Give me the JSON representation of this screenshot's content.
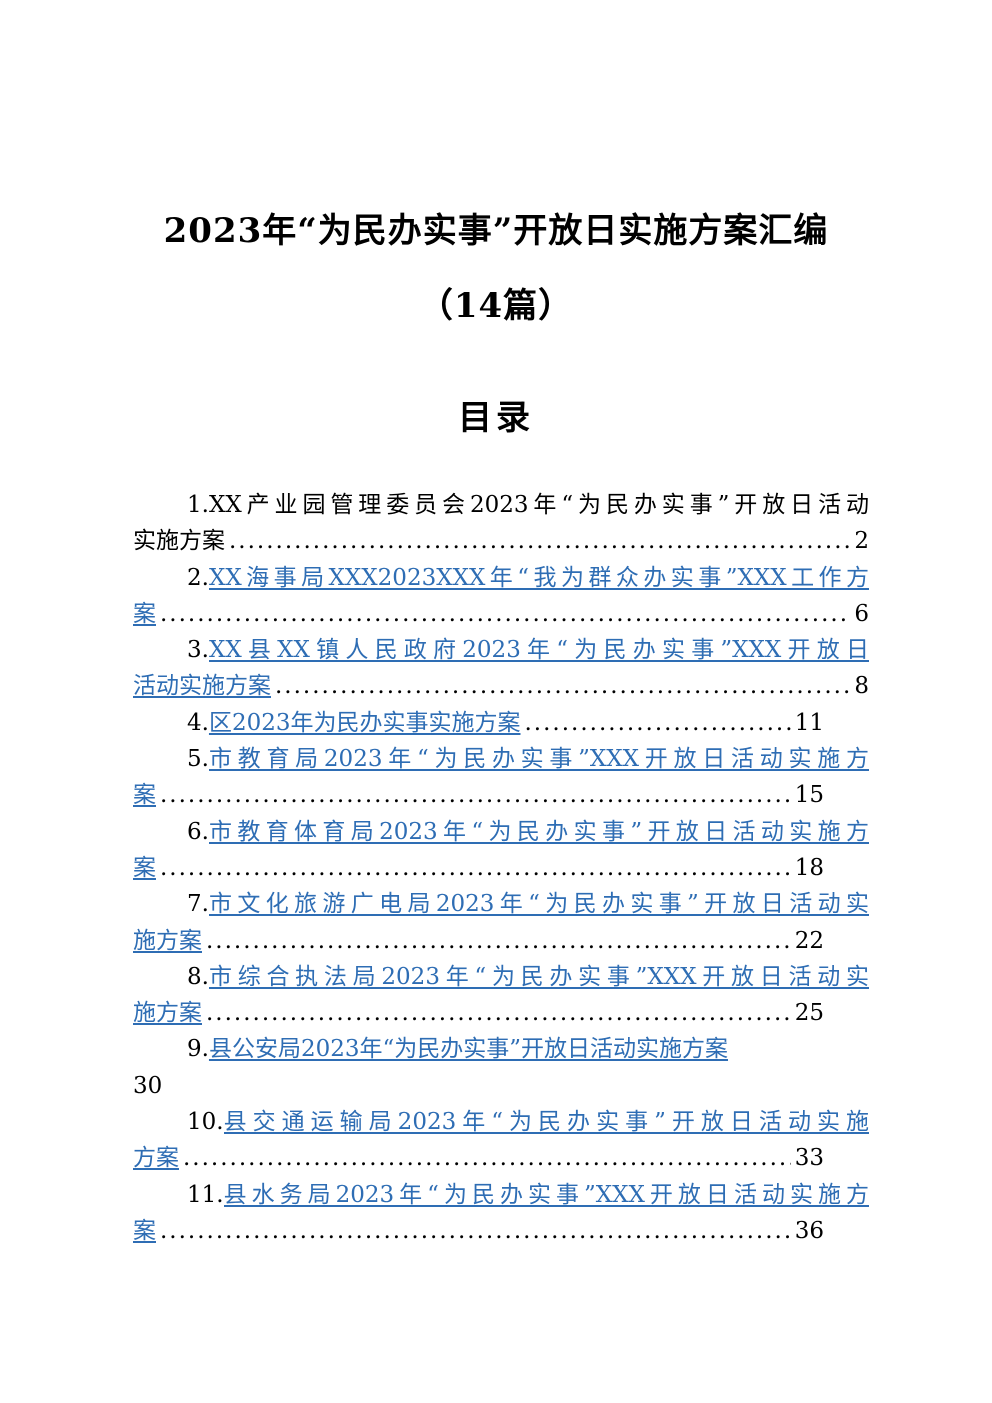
{
  "title_line1": "2023年“为民办实事”开放日实施方案汇编",
  "title_line2": "（14篇）",
  "toc_heading": "目录",
  "colors": {
    "link": "#2e6db4",
    "text": "#000000"
  },
  "toc": [
    {
      "num": "1.",
      "line1": "XX产业园管理委员会2023年“为民办实事”开放日活动",
      "line2": "实施方案",
      "page": "2"
    },
    {
      "num": "2.",
      "line1": "XX海事局XXX2023XXX年“我为群众办实事”XXX工作方",
      "line2": "案",
      "page": "6"
    },
    {
      "num": "3.",
      "line1": "XX县XX镇人民政府2023年“为民办实事”XXX开放日",
      "line2": "活动实施方案",
      "page": "8"
    },
    {
      "num": "4.",
      "line1": "区2023年为民办实事实施方案",
      "page": "11"
    },
    {
      "num": "5.",
      "line1": "市教育局2023年“为民办实事”XXX开放日活动实施方",
      "line2": "案",
      "page": "15"
    },
    {
      "num": "6.",
      "line1": "市教育体育局2023年“为民办实事”开放日活动实施方",
      "line2": "案",
      "page": "18"
    },
    {
      "num": "7.",
      "line1": "市文化旅游广电局2023年“为民办实事”开放日活动实",
      "line2": "施方案",
      "page": "22"
    },
    {
      "num": "8.",
      "line1": "市综合执法局2023年“为民办实事”XXX开放日活动实",
      "line2": "施方案",
      "page": "25"
    },
    {
      "num": "9.",
      "line1": "县公安局2023年“为民办实事”开放日活动实施方案",
      "page": "30"
    },
    {
      "num": "10.",
      "line1": "县交通运输局2023年“为民办实事”开放日活动实施",
      "line2": "方案",
      "page": "33"
    },
    {
      "num": "11.",
      "line1": "县水务局2023年“为民办实事”XXX开放日活动实施方",
      "line2": "案",
      "page": "36"
    }
  ]
}
